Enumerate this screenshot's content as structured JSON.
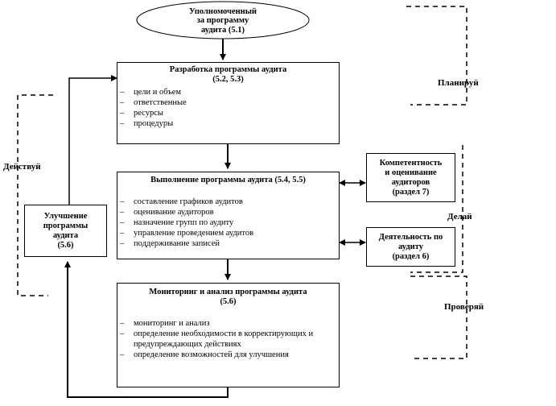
{
  "oval": {
    "line1": "Уполномоченный",
    "line2": "за программу",
    "line3": "аудита (5.1)"
  },
  "planning": {
    "title": "Разработка программы аудита",
    "ref": "(5.2, 5.3)",
    "items": [
      "цели и объем",
      "ответственные",
      "ресурсы",
      "процедуры"
    ]
  },
  "implementation": {
    "title": "Выполнение программы аудита (5.4, 5.5)",
    "items": [
      "составление графиков аудитов",
      "оценивание аудиторов",
      "назначение групп по аудиту",
      "управление проведением аудитов",
      "поддерживание записей"
    ]
  },
  "monitoring": {
    "title": "Мониторинг и анализ программы аудита",
    "ref": "(5.6)",
    "items": [
      "мониторинг и анализ",
      "определение необходимости в корректирующих и предупреждающих действиях",
      "определение возможностей для улучшения"
    ]
  },
  "improvement": {
    "line1": "Улучшение",
    "line2": "программы",
    "line3": "аудита",
    "line4": "(5.6)"
  },
  "competence": {
    "line1": "Компетентность",
    "line2": "и оценивание",
    "line3": "аудиторов",
    "line4": "(раздел 7)"
  },
  "activities": {
    "line1": "Деятельность по",
    "line2": "аудиту",
    "line3": "(раздел 6)"
  },
  "pdca": {
    "plan": "Планируй",
    "do": "Делай",
    "check": "Проверяй",
    "act": "Действуй"
  }
}
